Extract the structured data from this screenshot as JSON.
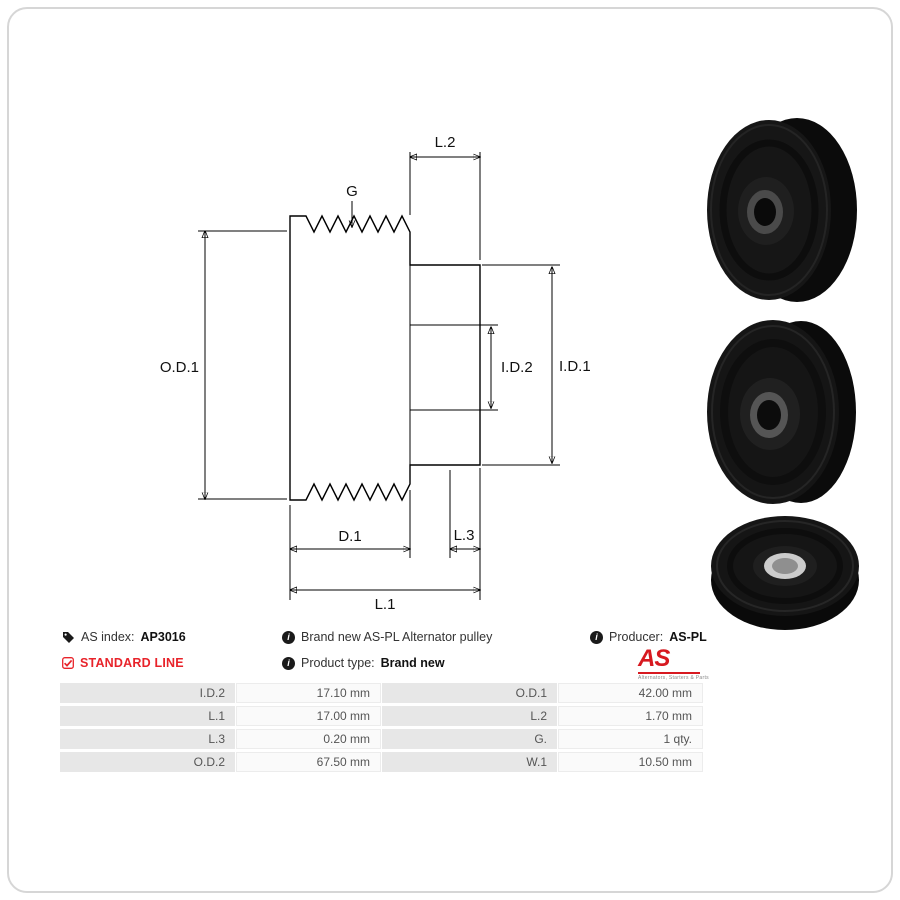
{
  "page": {
    "background": "#ffffff",
    "border_color": "#d6d6d6"
  },
  "colors": {
    "accent_red": "#e8232a",
    "logo_red": "#d71920",
    "line_black": "#000000",
    "table_label_bg": "#e7e7e7",
    "table_value_bg": "#fafafa"
  },
  "drawing": {
    "labels": {
      "l2": "L.2",
      "g": "G",
      "od1": "O.D.1",
      "id2": "I.D.2",
      "id1": "I.D.1",
      "d1": "D.1",
      "l3": "L.3",
      "l1": "L.1"
    }
  },
  "info": {
    "as_index_label": "AS index:",
    "as_index_value": "AP3016",
    "standard_line": "STANDARD LINE",
    "description": "Brand new AS-PL Alternator pulley",
    "product_type_label": "Product type:",
    "product_type_value": "Brand new",
    "producer_label": "Producer:",
    "producer_value": "AS-PL",
    "logo": {
      "text": "AS",
      "tagline": "Alternators, Starters & Parts"
    }
  },
  "specs": {
    "rows": [
      {
        "label1": "I.D.2",
        "value1": "17.10 mm",
        "label2": "O.D.1",
        "value2": "42.00 mm"
      },
      {
        "label1": "L.1",
        "value1": "17.00 mm",
        "label2": "L.2",
        "value2": "1.70 mm"
      },
      {
        "label1": "L.3",
        "value1": "0.20 mm",
        "label2": "G.",
        "value2": "1 qty."
      },
      {
        "label1": "O.D.2",
        "value1": "67.50 mm",
        "label2": "W.1",
        "value2": "10.50 mm"
      }
    ]
  }
}
